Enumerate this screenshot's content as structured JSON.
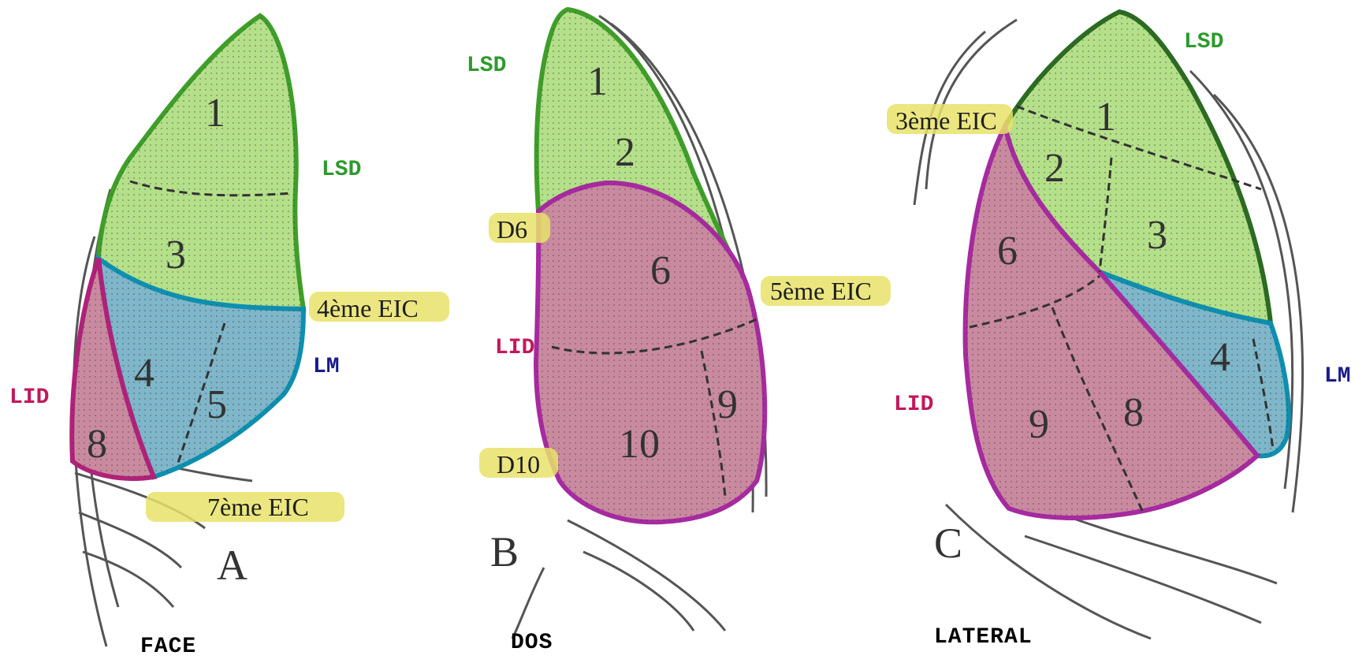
{
  "colors": {
    "lsd": "#2e9a2e",
    "lm": "#1a1a8c",
    "lid": "#c2185b",
    "highlight": "#e8e26a",
    "green_fill": "#b5e08a",
    "blue_fill": "#7fb6c9",
    "pink_fill": "#c98a9f"
  },
  "panels": [
    {
      "id": "A",
      "letter": "A",
      "caption": "FACE",
      "lobe_labels": {
        "lsd": "LSD",
        "lm": "LM",
        "lid": "LID"
      },
      "markers": [
        "4ème EIC",
        "7ème EIC"
      ],
      "segments": [
        "1",
        "3",
        "4",
        "5",
        "8"
      ]
    },
    {
      "id": "B",
      "letter": "B",
      "caption": "DOS",
      "lobe_labels": {
        "lsd": "LSD",
        "lid": "LID"
      },
      "markers": [
        "D6",
        "5ème EIC",
        "D10"
      ],
      "segments": [
        "1",
        "2",
        "6",
        "9",
        "10"
      ]
    },
    {
      "id": "C",
      "letter": "C",
      "caption": "LATERAL",
      "lobe_labels": {
        "lsd": "LSD",
        "lm": "LM",
        "lid": "LID"
      },
      "markers": [
        "3ème EIC"
      ],
      "segments": [
        "1",
        "2",
        "3",
        "6",
        "4",
        "9",
        "8"
      ]
    }
  ]
}
